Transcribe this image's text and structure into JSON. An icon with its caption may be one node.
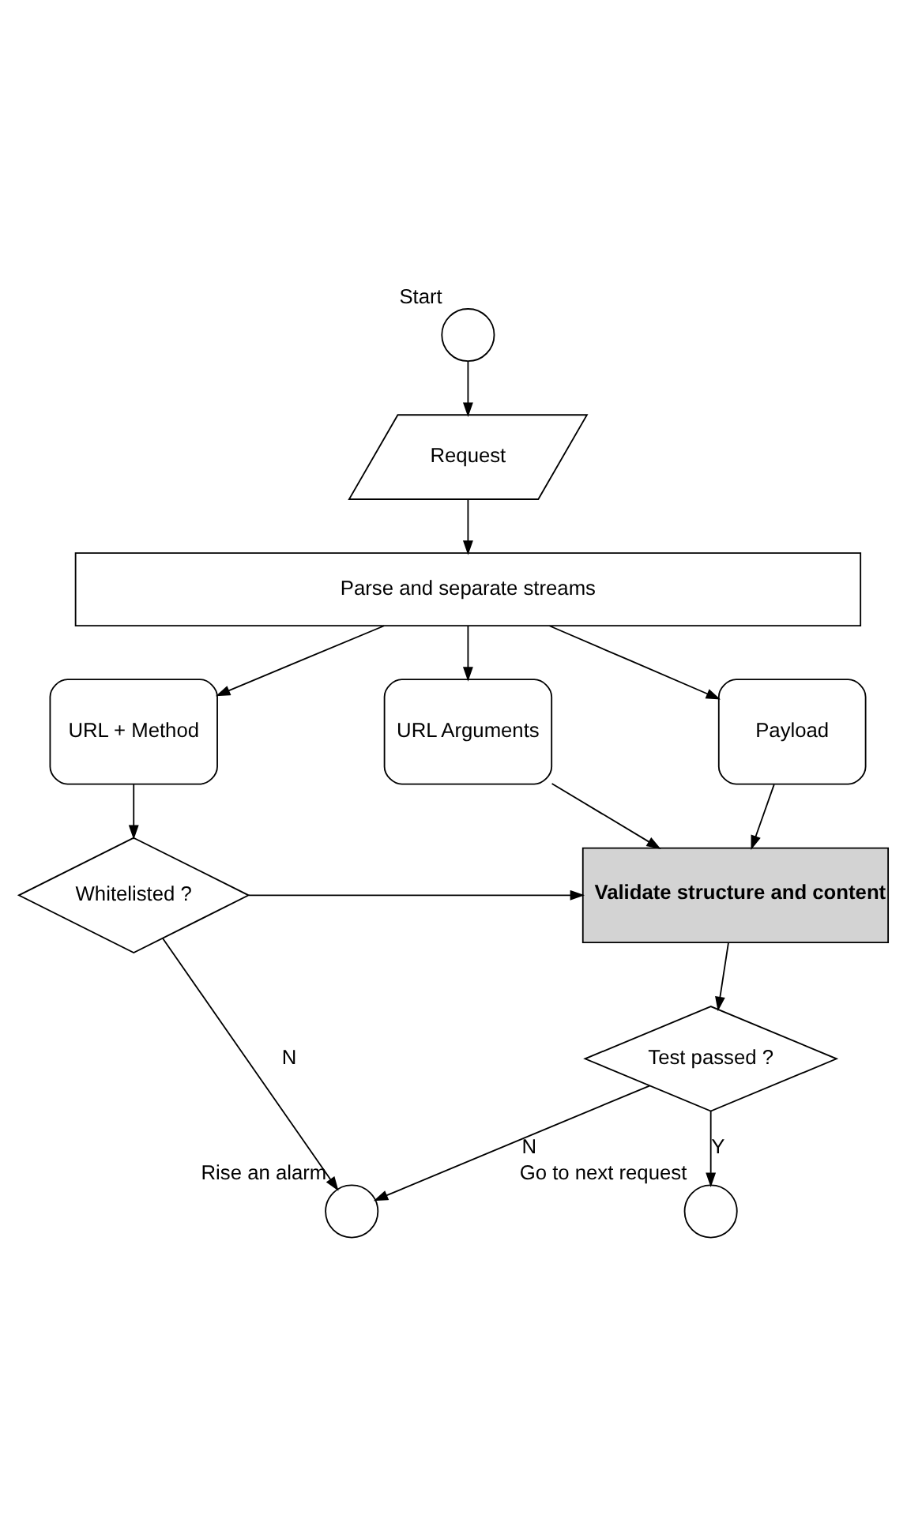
{
  "diagram": {
    "nodes": [
      {
        "text": [],
        "shape": "circle",
        "beside": [
          "Start"
        ]
      },
      {
        "text": [
          "Request"
        ]
      },
      {
        "text": [
          "Parse and separate streams"
        ]
      },
      {
        "text": [
          "URL + Method"
        ]
      },
      {
        "text": [
          "URL Arguments"
        ]
      },
      {
        "text": [
          "Payload"
        ]
      },
      {
        "text": [
          "Whitelisted ?"
        ]
      },
      {
        "text": [
          "Validate structure and content"
        ]
      },
      {
        "text": [
          "Test passed ?"
        ]
      },
      {
        "text": [],
        "shape": "circle",
        "beside": [
          "Rise an alarm"
        ]
      },
      {
        "text": [],
        "shape": "circle",
        "beside": [
          "Go to next request"
        ]
      }
    ],
    "edges": [
      {
        "from": 0,
        "to": 1,
        "arrow": "to"
      },
      {
        "from": 1,
        "to": 2,
        "arrow": "to"
      },
      {
        "from": 2,
        "to": 3,
        "arrow": "to"
      },
      {
        "from": 2,
        "to": 4,
        "arrow": "to"
      },
      {
        "from": 2,
        "to": 5,
        "arrow": "to"
      },
      {
        "from": 3,
        "to": 6,
        "arrow": "to"
      },
      {
        "from": 6,
        "to": 7,
        "arrow": "to"
      },
      {
        "from": 4,
        "to": 7,
        "arrow": "to"
      },
      {
        "from": 5,
        "to": 7,
        "arrow": "to"
      },
      {
        "from": 7,
        "to": 8,
        "arrow": "to"
      },
      {
        "from": 6,
        "to": 9,
        "arrow": "to",
        "label": "N"
      },
      {
        "from": 8,
        "to": 9,
        "arrow": "to",
        "label": "N"
      },
      {
        "from": 8,
        "to": 10,
        "arrow": "to",
        "label": "Y"
      }
    ]
  }
}
